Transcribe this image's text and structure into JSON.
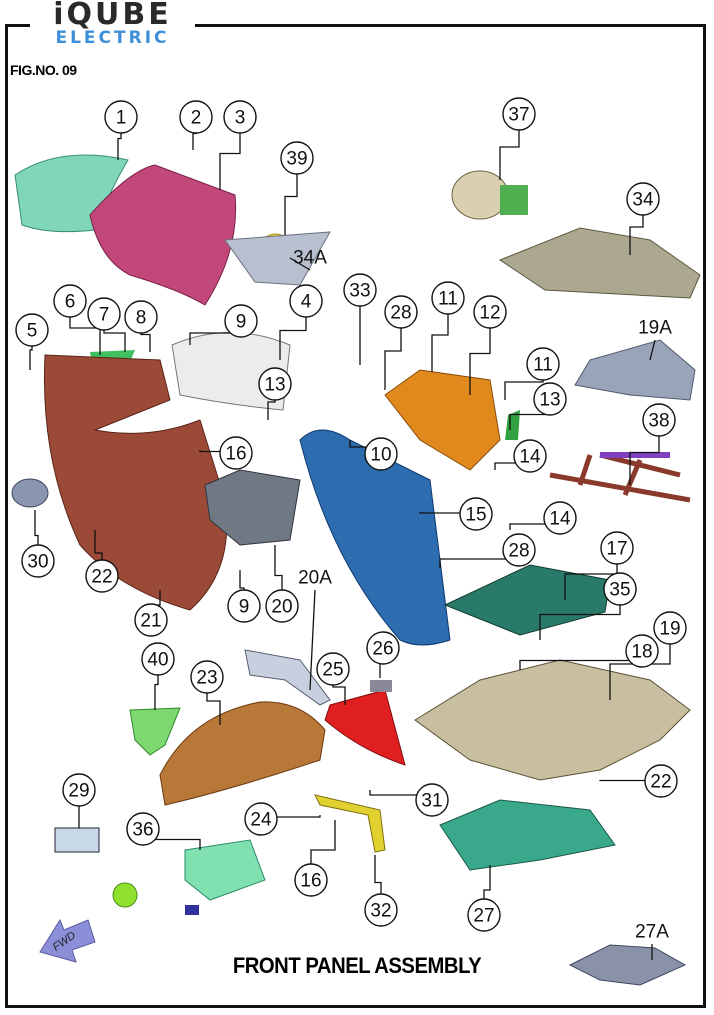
{
  "logo": {
    "brand": "iQUBE",
    "sub": "ELECTRIC"
  },
  "figure_number": "FIG.NO. 09",
  "title": "FRONT PANEL ASSEMBLY",
  "direction_label": "FWD",
  "callouts": [
    "1",
    "2",
    "3",
    "39",
    "37",
    "34",
    "5",
    "6",
    "7",
    "8",
    "9",
    "4",
    "33",
    "28",
    "11",
    "12",
    "11",
    "13",
    "13",
    "16",
    "10",
    "14",
    "15",
    "14",
    "30",
    "22",
    "9",
    "20",
    "21",
    "17",
    "28",
    "35",
    "19",
    "18",
    "38",
    "40",
    "23",
    "25",
    "26",
    "22",
    "29",
    "36",
    "24",
    "31",
    "16",
    "32",
    "27"
  ],
  "plain_labels": [
    "34A",
    "19A",
    "20A",
    "27A"
  ],
  "colors": {
    "frame": "#111111",
    "logo_blue": "#3d8fd8",
    "fwd_arrow": "#8a8fd8"
  }
}
